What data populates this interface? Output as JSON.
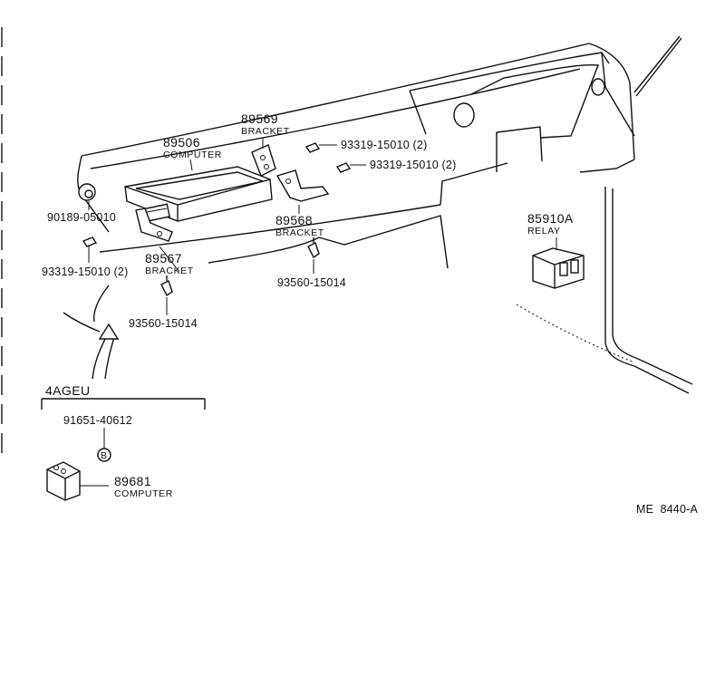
{
  "parts": {
    "computer_main": {
      "number": "89506",
      "name": "COMPUTER"
    },
    "bracket_top": {
      "number": "89569",
      "name": "BRACKET"
    },
    "bracket_right": {
      "number": "89568",
      "name": "BRACKET"
    },
    "bracket_left": {
      "number": "89567",
      "name": "BRACKET"
    },
    "relay": {
      "number": "85910A",
      "name": "RELAY"
    },
    "computer_4ageu": {
      "number": "89681",
      "name": "COMPUTER"
    }
  },
  "fasteners": {
    "screw_top_1": "93319-15010 (2)",
    "screw_top_2": "93319-15010 (2)",
    "clip_left": "90189-05010",
    "screw_left": "93319-15010 (2)",
    "clip_right": "93560-15014",
    "clip_bottom": "93560-15014",
    "bolt_4ageu": "91651-40612"
  },
  "variant": {
    "label": "4AGEU",
    "callout": "B"
  },
  "diagram_code": "ME  8440-A"
}
